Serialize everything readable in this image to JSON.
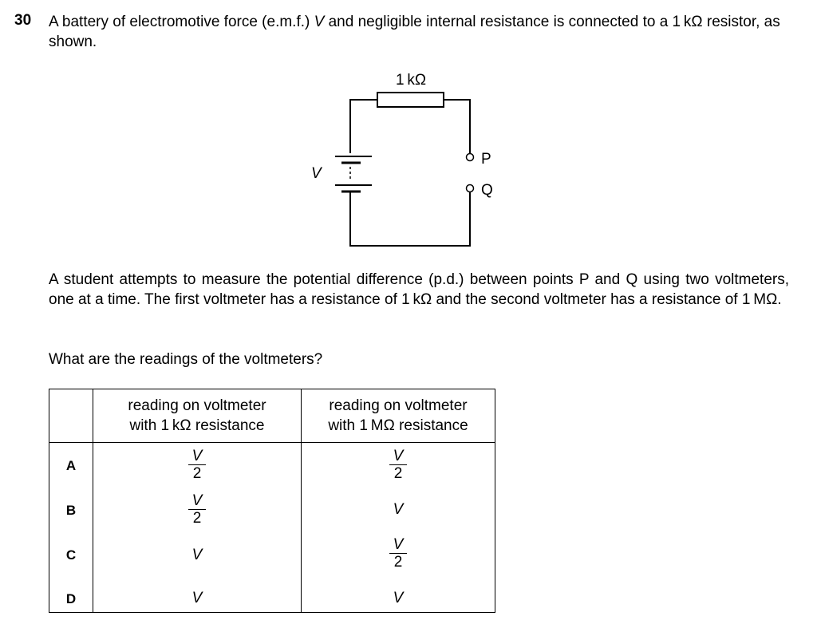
{
  "question": {
    "number": "30",
    "stem_a": "A battery of electromotive force (e.m.f.) ",
    "stem_var": "V",
    "stem_b": " and negligible internal resistance is connected to a 1 kΩ resistor, as shown.",
    "body": "A student attempts to measure the potential difference (p.d.) between points P and Q using two voltmeters, one at a time. The first voltmeter has a resistance of 1 kΩ and the second voltmeter has a resistance of 1 MΩ.",
    "prompt": "What are the readings of the voltmeters?"
  },
  "circuit": {
    "resistor_label": "1 kΩ",
    "battery_label": "V",
    "point_p": "P",
    "point_q": "Q"
  },
  "table": {
    "header_1_line1": "reading on voltmeter",
    "header_1_line2": "with 1 kΩ resistance",
    "header_2_line1": "reading on voltmeter",
    "header_2_line2": "with 1 MΩ resistance",
    "rows": [
      {
        "letter": "A",
        "col1_num": "V",
        "col1_den": "2",
        "col2_num": "V",
        "col2_den": "2"
      },
      {
        "letter": "B",
        "col1_num": "V",
        "col1_den": "2",
        "col2": "V"
      },
      {
        "letter": "C",
        "col1": "V",
        "col2_num": "V",
        "col2_den": "2"
      },
      {
        "letter": "D",
        "col1": "V",
        "col2": "V"
      }
    ]
  }
}
